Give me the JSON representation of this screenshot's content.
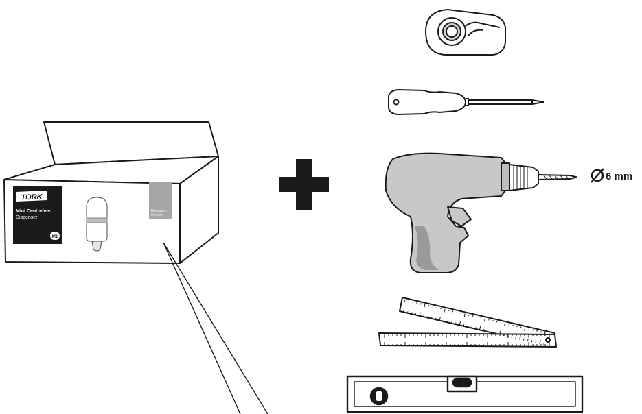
{
  "box": {
    "brand": "TORK",
    "product_line1": "Mini Centrefeed",
    "product_line2": "Dispenser",
    "badge": "M1",
    "design_line1": "Elevation",
    "design_line2": "Design"
  },
  "drill": {
    "bit_size": "6 mm",
    "diameter_symbol": "∅"
  },
  "icons": {
    "plus": "plus-icon",
    "diameter": "diameter-icon"
  },
  "colors": {
    "ink": "#1a1a1a",
    "drill_body": "#c8c8c8",
    "drill_dark": "#9a9a9a",
    "label_grey": "#a6a6a6"
  }
}
